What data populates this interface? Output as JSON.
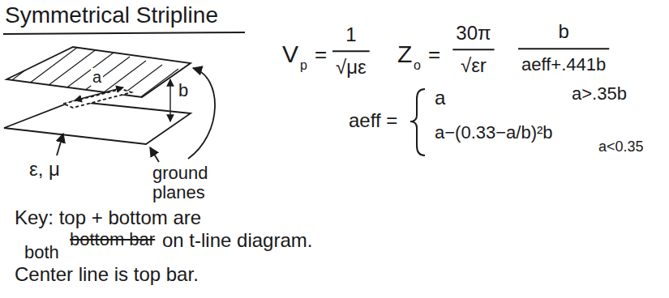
{
  "diagram": {
    "title": "Symmetrical Stripline",
    "labels": [
      "a",
      "b",
      "ε, μ",
      "ground planes",
      "V",
      "p",
      "=",
      "1",
      "√με",
      "Z",
      "o",
      "=",
      "30π",
      "√εr",
      "b",
      "aeff+.441b",
      "aeff =",
      "a",
      "a>.35b",
      "a−(0.33−a/b)²b",
      "a<0.35",
      "Key: top + bottom are",
      "both",
      "bottom bar",
      "on t-line diagram.",
      "Center line is top bar."
    ]
  }
}
